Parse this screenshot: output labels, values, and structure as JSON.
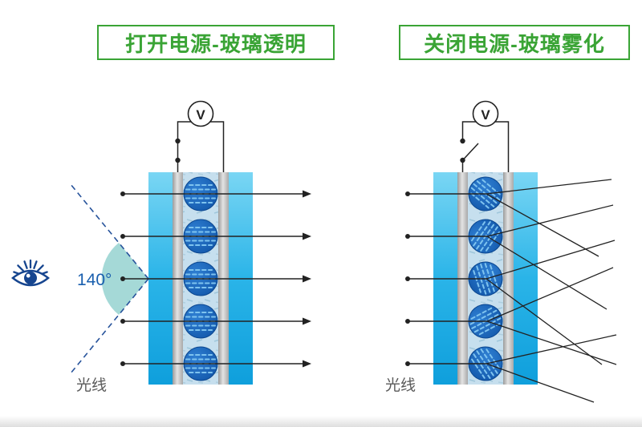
{
  "panels": {
    "left": {
      "title": "打开电源-玻璃透明",
      "voltmeter_label": "V",
      "switch_state": "closed",
      "viewing_angle_label": "140°",
      "light_label": "光线",
      "droplet_count": 5
    },
    "right": {
      "title": "关闭电源-玻璃雾化",
      "voltmeter_label": "V",
      "switch_state": "open",
      "light_label": "光线",
      "droplet_count": 5
    }
  },
  "colors": {
    "title_green": "#3aa435",
    "glass_cyan": "#24b0e4",
    "electrode_gray": "#c2c2c2",
    "lc_film_blue": "#c6dfee",
    "droplet_blue": "#0c4fa2",
    "eye_navy": "#16458f",
    "angle_text_blue": "#1a5fae",
    "ray_black": "#222222",
    "wedge_teal": "#8fd0cd",
    "label_gray": "#5a5a5a"
  },
  "icons": {
    "eye": "eye-icon",
    "voltmeter": "voltmeter-icon",
    "switch_closed": "switch-closed-icon",
    "switch_open": "switch-open-icon"
  }
}
